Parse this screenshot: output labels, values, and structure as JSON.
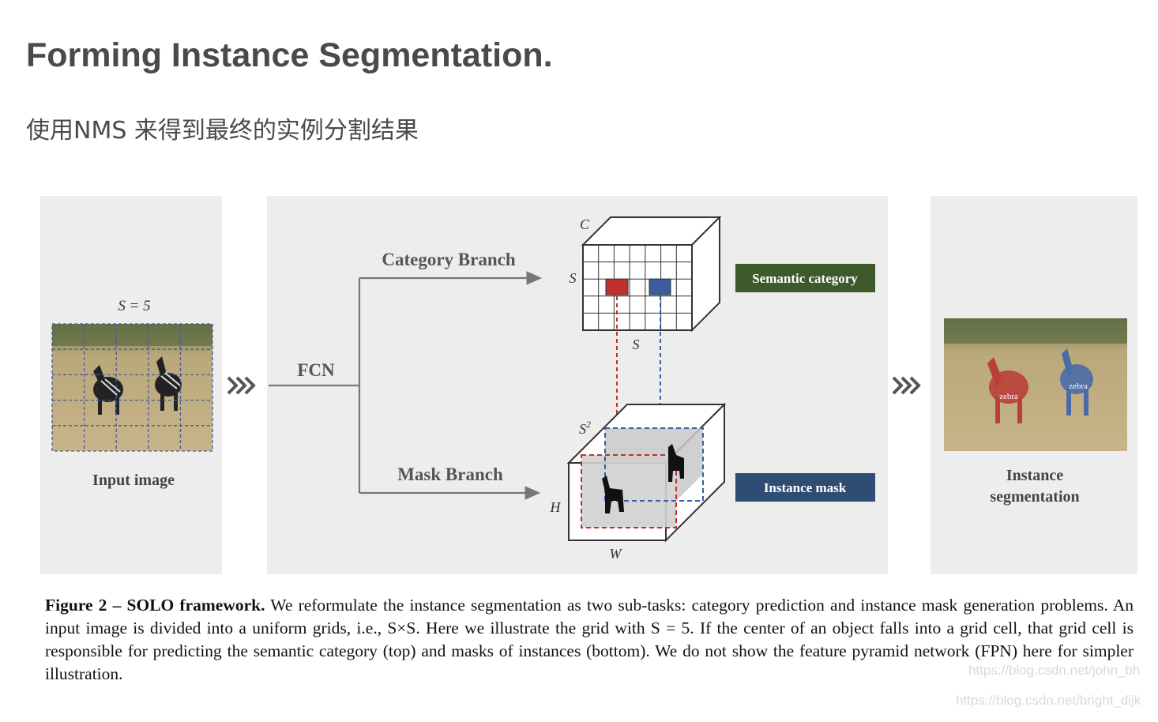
{
  "heading": "Forming Instance Segmentation.",
  "subtitle": "使用NMS 来得到最终的实例分割结果",
  "figure": {
    "grid_label": "S = 5",
    "input_label": "Input image",
    "fcn_label": "FCN",
    "category_branch_label": "Category Branch",
    "mask_branch_label": "Mask Branch",
    "cube_c": "C",
    "cube_s_left": "S",
    "cube_s_bottom": "S",
    "cube_s2": "S",
    "cube_s2_sup": "2",
    "cube_h": "H",
    "cube_w": "W",
    "semantic_category_label": "Semantic category",
    "instance_mask_label": "Instance mask",
    "output_label_line1": "Instance",
    "output_label_line2": "segmentation",
    "zebra_label_1": "zebra",
    "zebra_label_2": "zebra",
    "colors": {
      "panel": "#ededed",
      "semantic": "#3e5a2b",
      "instance": "#2f4c73",
      "red": "#c0312e",
      "blue": "#3a5ea0"
    }
  },
  "caption": {
    "bold": "Figure 2 – SOLO framework.",
    "text": " We reformulate the instance segmentation as two sub-tasks: category prediction and instance mask generation problems. An input image is divided into a uniform grids, i.e., S×S. Here we illustrate the grid with S = 5. If the center of an object falls into a grid cell, that grid cell is responsible for predicting the semantic category (top) and masks of instances (bottom). We do not show the feature pyramid network (FPN) here for simpler illustration."
  },
  "watermarks": {
    "wm1": "https://blog.csdn.net/john_bh",
    "wm2": "https://blog.csdn.net/bright_dijk"
  }
}
